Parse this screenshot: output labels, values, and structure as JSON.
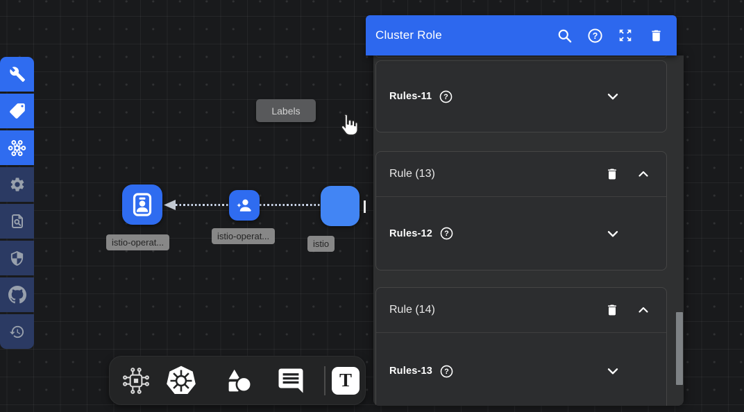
{
  "panel": {
    "title": "Cluster Role",
    "header_icons": [
      "search-icon",
      "help-icon",
      "expand-icon",
      "delete-icon"
    ],
    "cards": [
      {
        "rule_label": "Rules-11"
      },
      {
        "header_label": "Rule (13)",
        "rule_label": "Rules-12"
      },
      {
        "header_label": "Rule (14)",
        "rule_label": "Rules-13"
      }
    ]
  },
  "canvas": {
    "tooltip": "Labels",
    "nodes": [
      {
        "label": "istio-operat..."
      },
      {
        "label": "istio-operat..."
      },
      {
        "label": "istio"
      }
    ]
  },
  "side_toolbar": {
    "active_items": [
      "wrench-tool",
      "labels-tool",
      "hub-tool"
    ],
    "inactive_items": [
      "settings-tool",
      "scan-doc-tool",
      "shield-tool",
      "github-tool",
      "history-tool"
    ]
  },
  "bottom_toolbar": {
    "items": [
      "circuit-tool",
      "kubernetes-tool",
      "shapes-tool",
      "comment-tool",
      "text-tool"
    ]
  },
  "glyphs": {
    "help": "?",
    "text_tool": "T"
  },
  "colors": {
    "accent_blue": "#2d68ee",
    "toolbar_active_blue": "#2f6cf0",
    "toolbar_inactive_navy": "#2b3a63",
    "node_blue": "#2f6cf0",
    "panel_bg": "#2f3031",
    "canvas_bg": "#191a1c",
    "label_gray": "#969696"
  }
}
